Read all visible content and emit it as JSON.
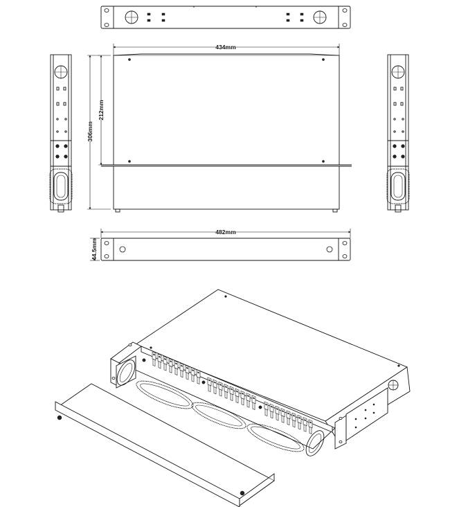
{
  "dimensions": {
    "depth_inner": "434mm",
    "height_tray": "212mm",
    "depth_total": "306mm",
    "width_total": "482mm",
    "height_1u": "44.5mm"
  }
}
